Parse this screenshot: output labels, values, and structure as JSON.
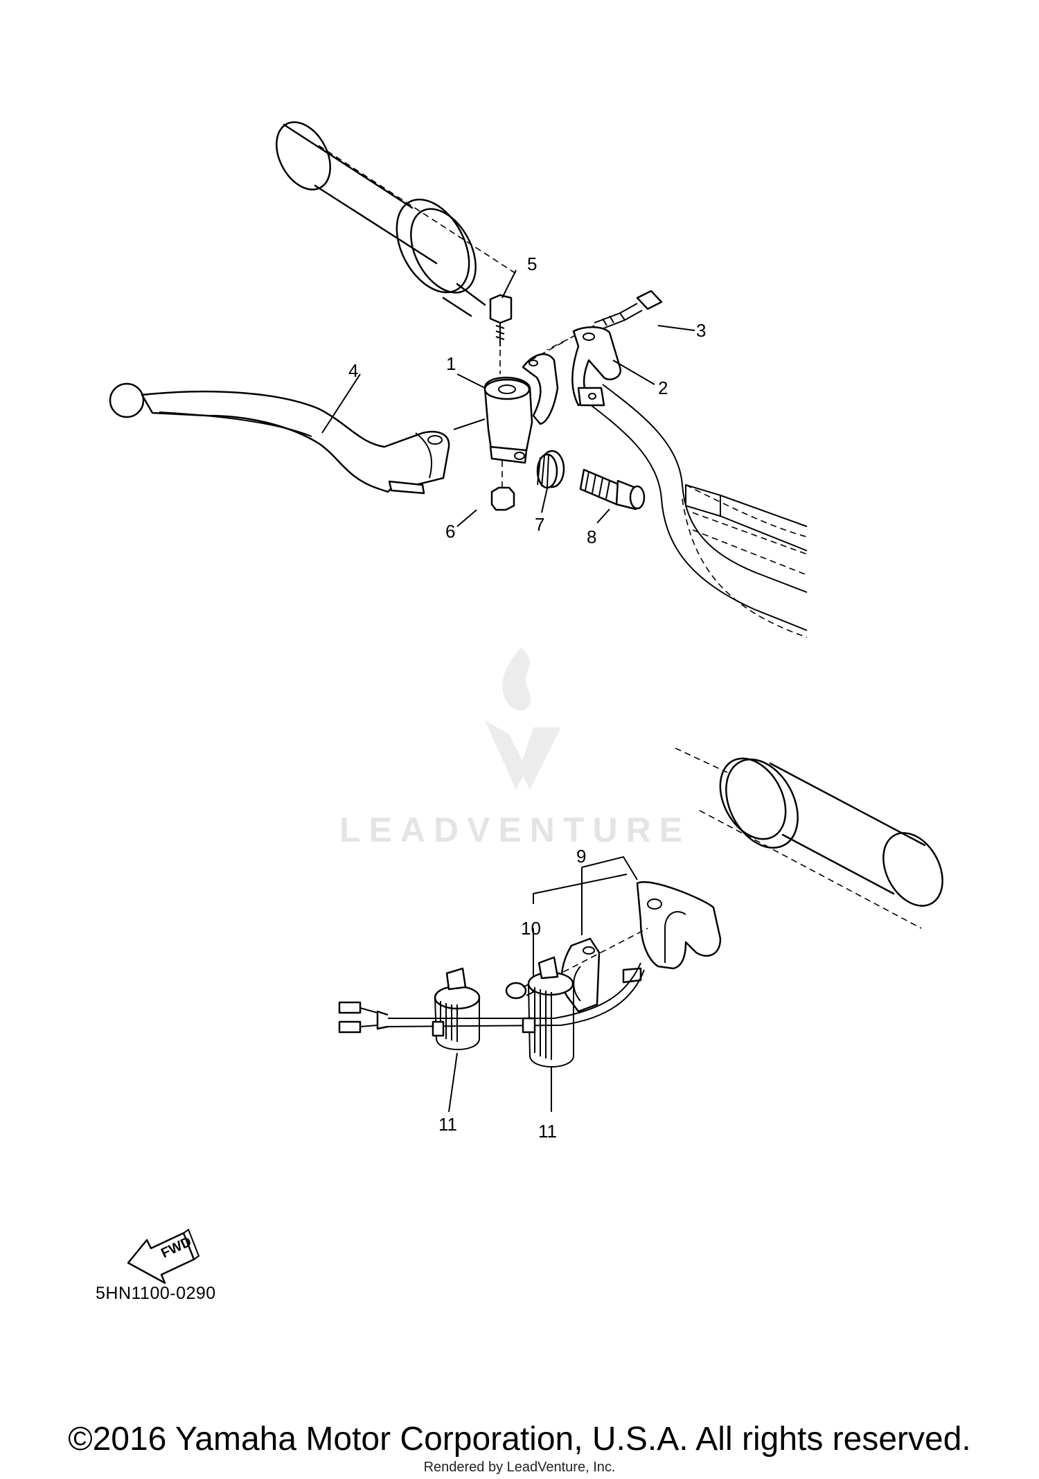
{
  "diagram": {
    "part_labels": [
      "1",
      "2",
      "3",
      "4",
      "5",
      "6",
      "7",
      "8",
      "9",
      "10",
      "11",
      "11"
    ],
    "fwd_arrow_label": "FWD",
    "catalog_number": "5HN1100-0290",
    "watermark": "LEADVENTURE",
    "copyright": "©2016 Yamaha Motor Corporation, U.S.A. All rights reserved.",
    "rendered_by": "Rendered by LeadVenture, Inc."
  }
}
